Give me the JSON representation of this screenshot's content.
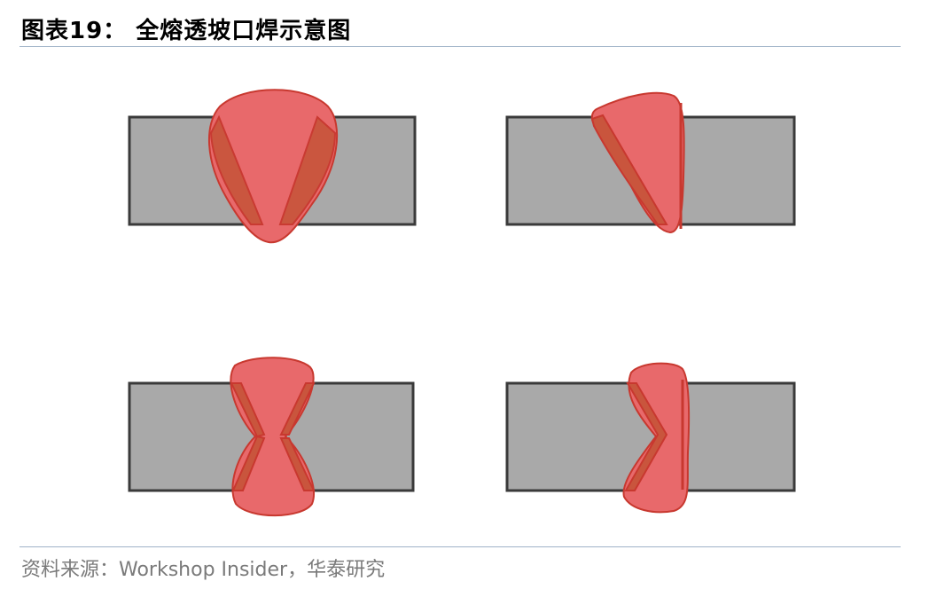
{
  "header": {
    "title": "图表19：  全熔透坡口焊示意图"
  },
  "footer": {
    "source": "资料来源：Workshop Insider，华泰研究"
  },
  "colors": {
    "plate_fill": "#a9a9a9",
    "plate_stroke": "#3a3a3a",
    "weld_fill": "#e8696b",
    "weld_stroke": "#c8382f",
    "groove_face": "#c9553d",
    "rule": "#9fb3c8"
  },
  "diagrams": [
    {
      "id": "single-v-groove",
      "icon": "single-v-weld-icon"
    },
    {
      "id": "single-bevel-groove",
      "icon": "single-bevel-weld-icon"
    },
    {
      "id": "double-v-groove",
      "icon": "double-v-weld-icon"
    },
    {
      "id": "double-bevel-groove",
      "icon": "double-bevel-weld-icon"
    }
  ]
}
